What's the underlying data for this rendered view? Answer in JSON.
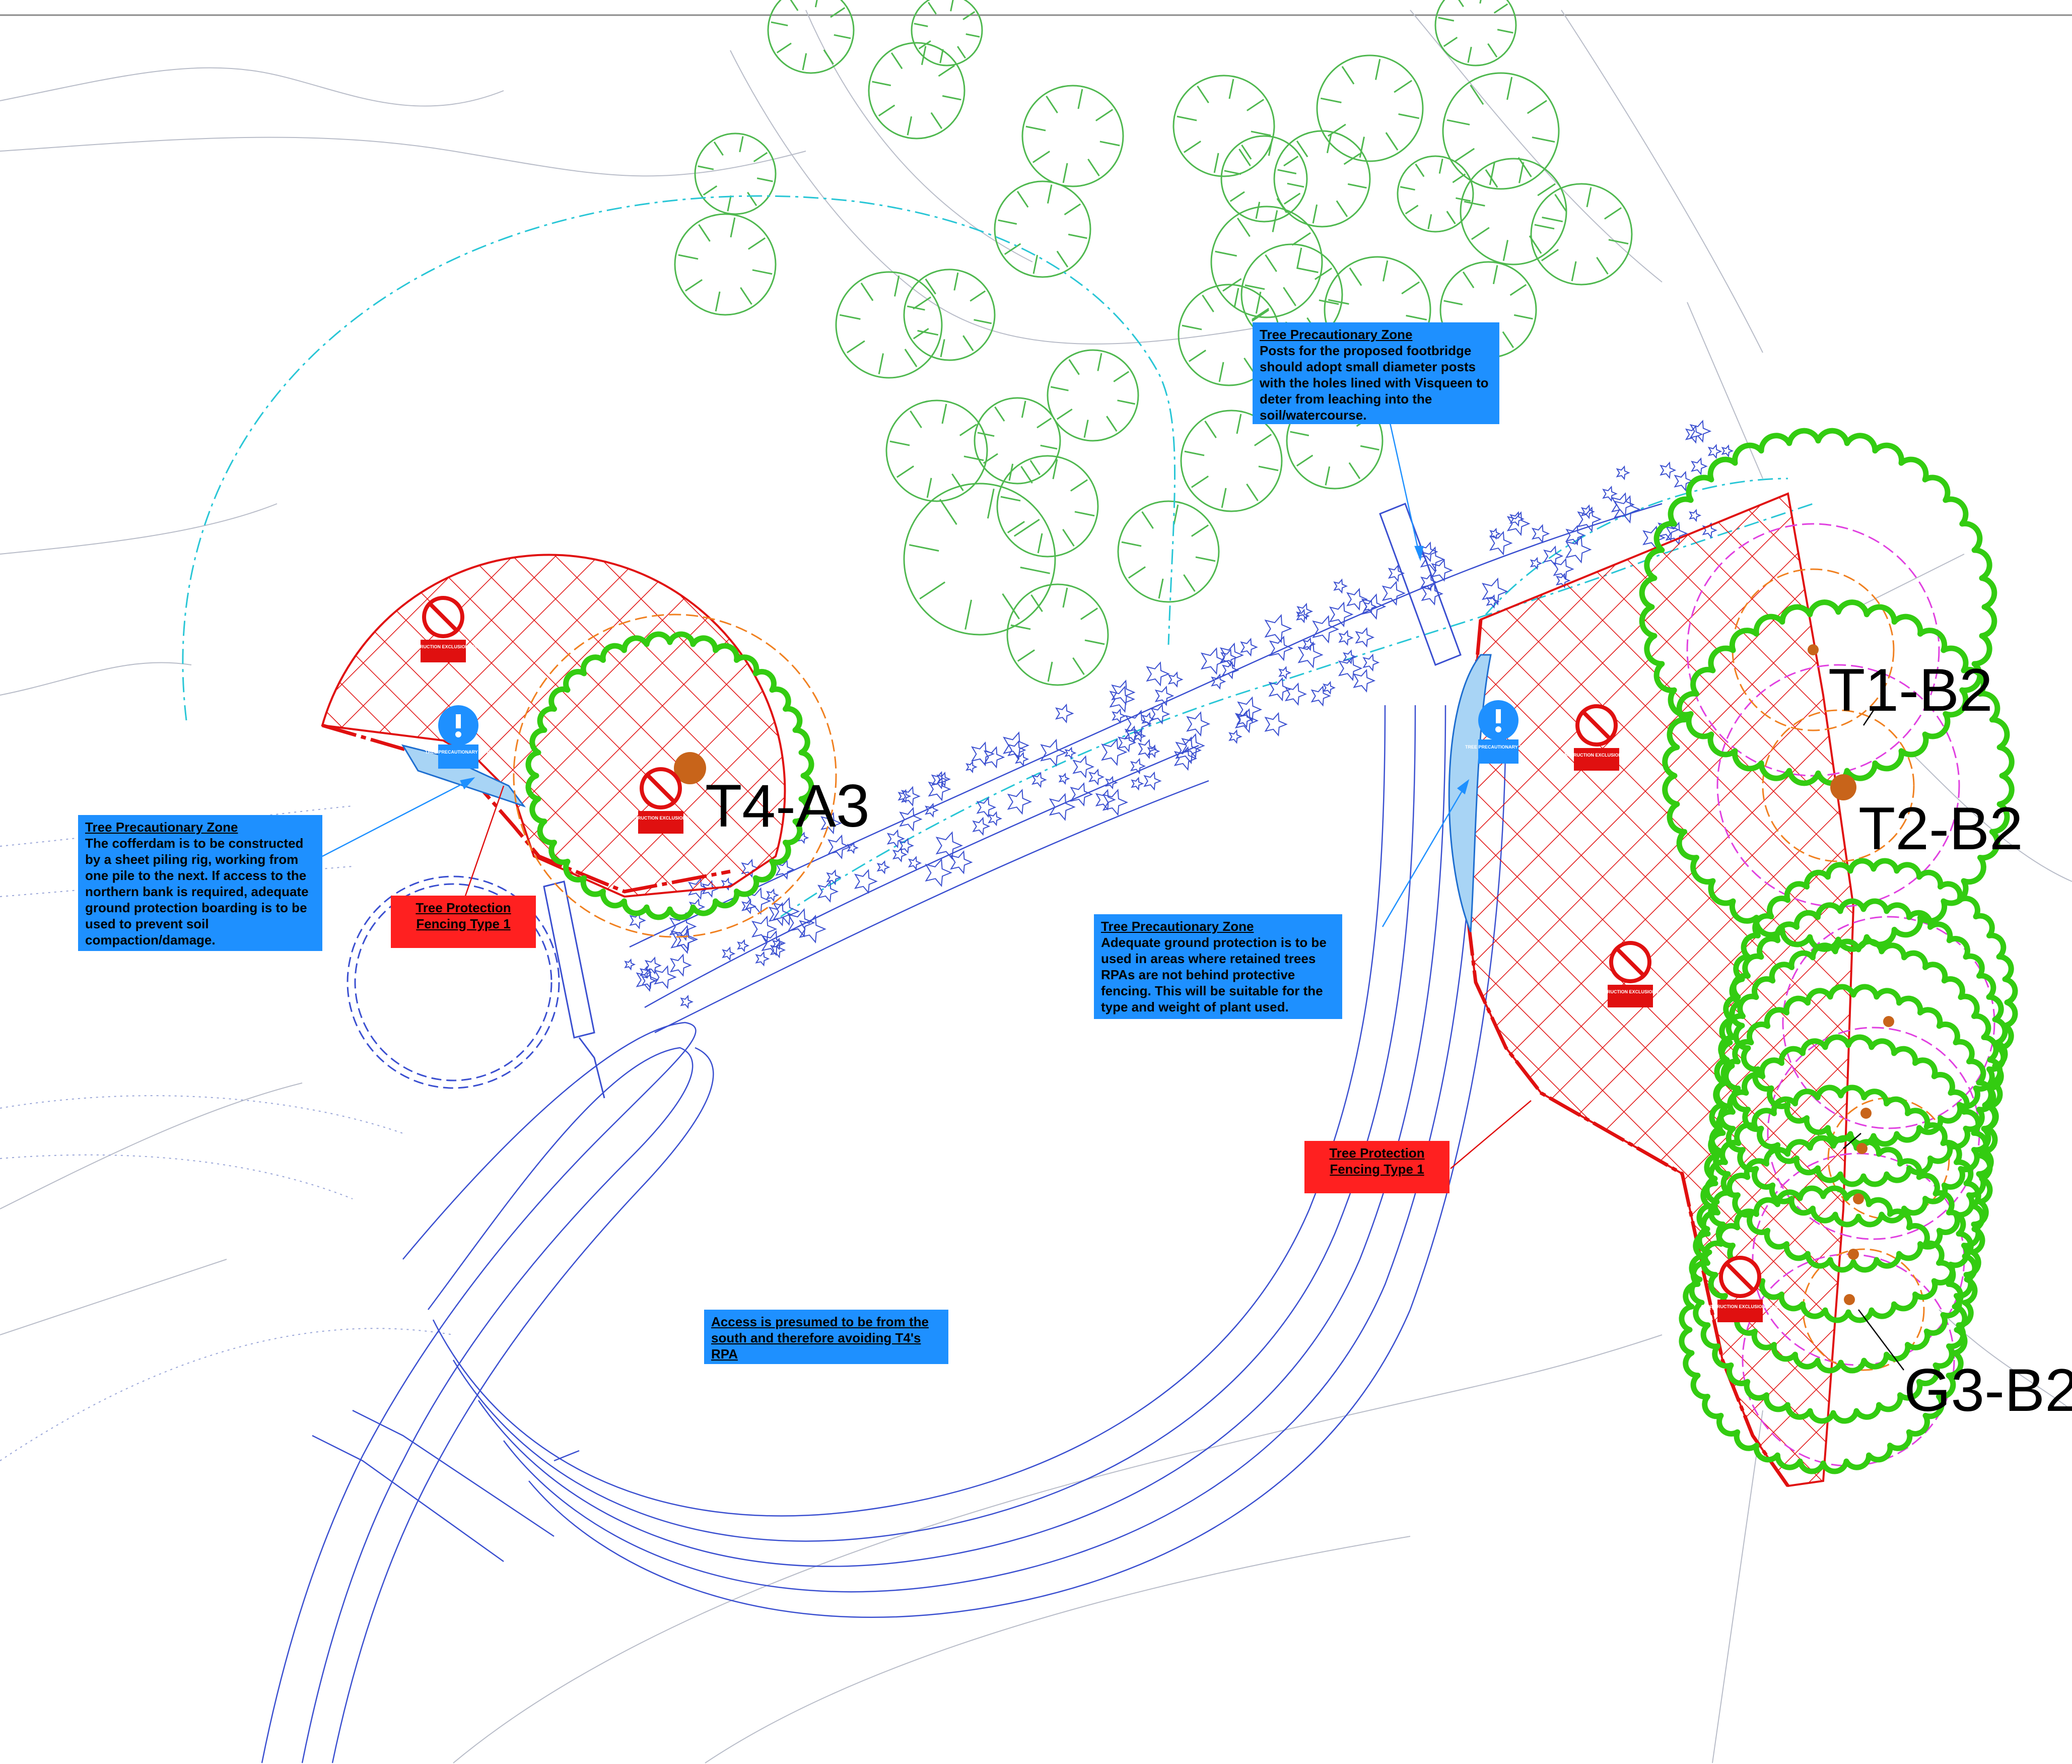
{
  "tree_labels": {
    "t4": "T4-A3",
    "t1": "T1-B2",
    "t2": "T2-B2",
    "g3": "G3-B2"
  },
  "notes": {
    "cofferdam": {
      "title": "Tree Precautionary Zone",
      "body": "The cofferdam is to be constructed by a sheet piling rig, working from one pile to the next. If access to the northern bank is required, adequate ground protection boarding is to be used to prevent soil compaction/damage."
    },
    "footbridge": {
      "title": "Tree Precautionary Zone",
      "body": "Posts for the proposed footbridge should adopt small diameter posts with the holes lined with Visqueen to deter from leaching into the soil/watercourse."
    },
    "ground_protection": {
      "title": "Tree Precautionary Zone",
      "body": "Adequate ground protection is to be used in areas where retained trees RPAs are not behind protective fencing. This will be suitable for the type and weight of plant used."
    },
    "access": {
      "body": "Access is presumed to be from the south and therefore avoiding T4's RPA"
    },
    "fencing_left": {
      "line1": "Tree Protection",
      "line2": "Fencing Type 1"
    },
    "fencing_right": {
      "line1": "Tree Protection",
      "line2": "Fencing Type 1"
    }
  },
  "signs": {
    "exclusion": "CONSTRUCTION EXCLUSION ZONE",
    "precautionary": "TREE PRECAUTIONARY ZONE"
  },
  "colors": {
    "rpa_green": "#33cc11",
    "exclusion_red": "#e01010",
    "note_blue": "#1e90ff",
    "note_red": "#ff2020",
    "path_blue": "#3a4fd0",
    "canopy_green": "#4fb84f",
    "cyan_line": "#29c6d6",
    "magenta_line": "#e040e0",
    "orange_line": "#f08020"
  }
}
